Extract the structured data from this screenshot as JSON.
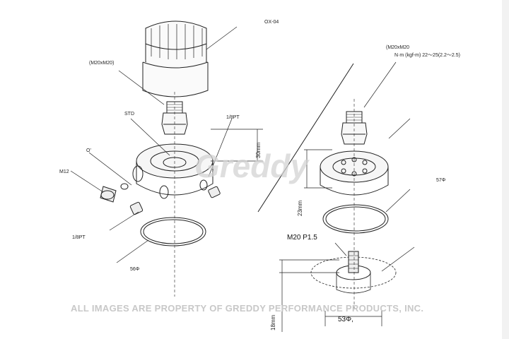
{
  "labels": {
    "filter_model": "OX-04",
    "thread_left": "(M20xM20)",
    "thread_right": "(M20xM20",
    "torque": "N·m (kgf-m)  22〜25(2.2〜2.5)",
    "std": "STD",
    "pt_top": "1/8PT",
    "o_ring": "O'",
    "m12": "M12",
    "pt_bottom": "1/8PT",
    "dia_56": "56Φ",
    "dia_57": "57Φ",
    "thread_pitch": "M20 P1.5",
    "dia_53": "53Φ,",
    "dim_30": "30mm",
    "dim_23": "23mm",
    "dim_18": "18mm"
  },
  "logo_text": "Greddy",
  "watermark": "ALL IMAGES ARE PROPERTY OF GREDDY PERFORMANCE PRODUCTS, INC."
}
